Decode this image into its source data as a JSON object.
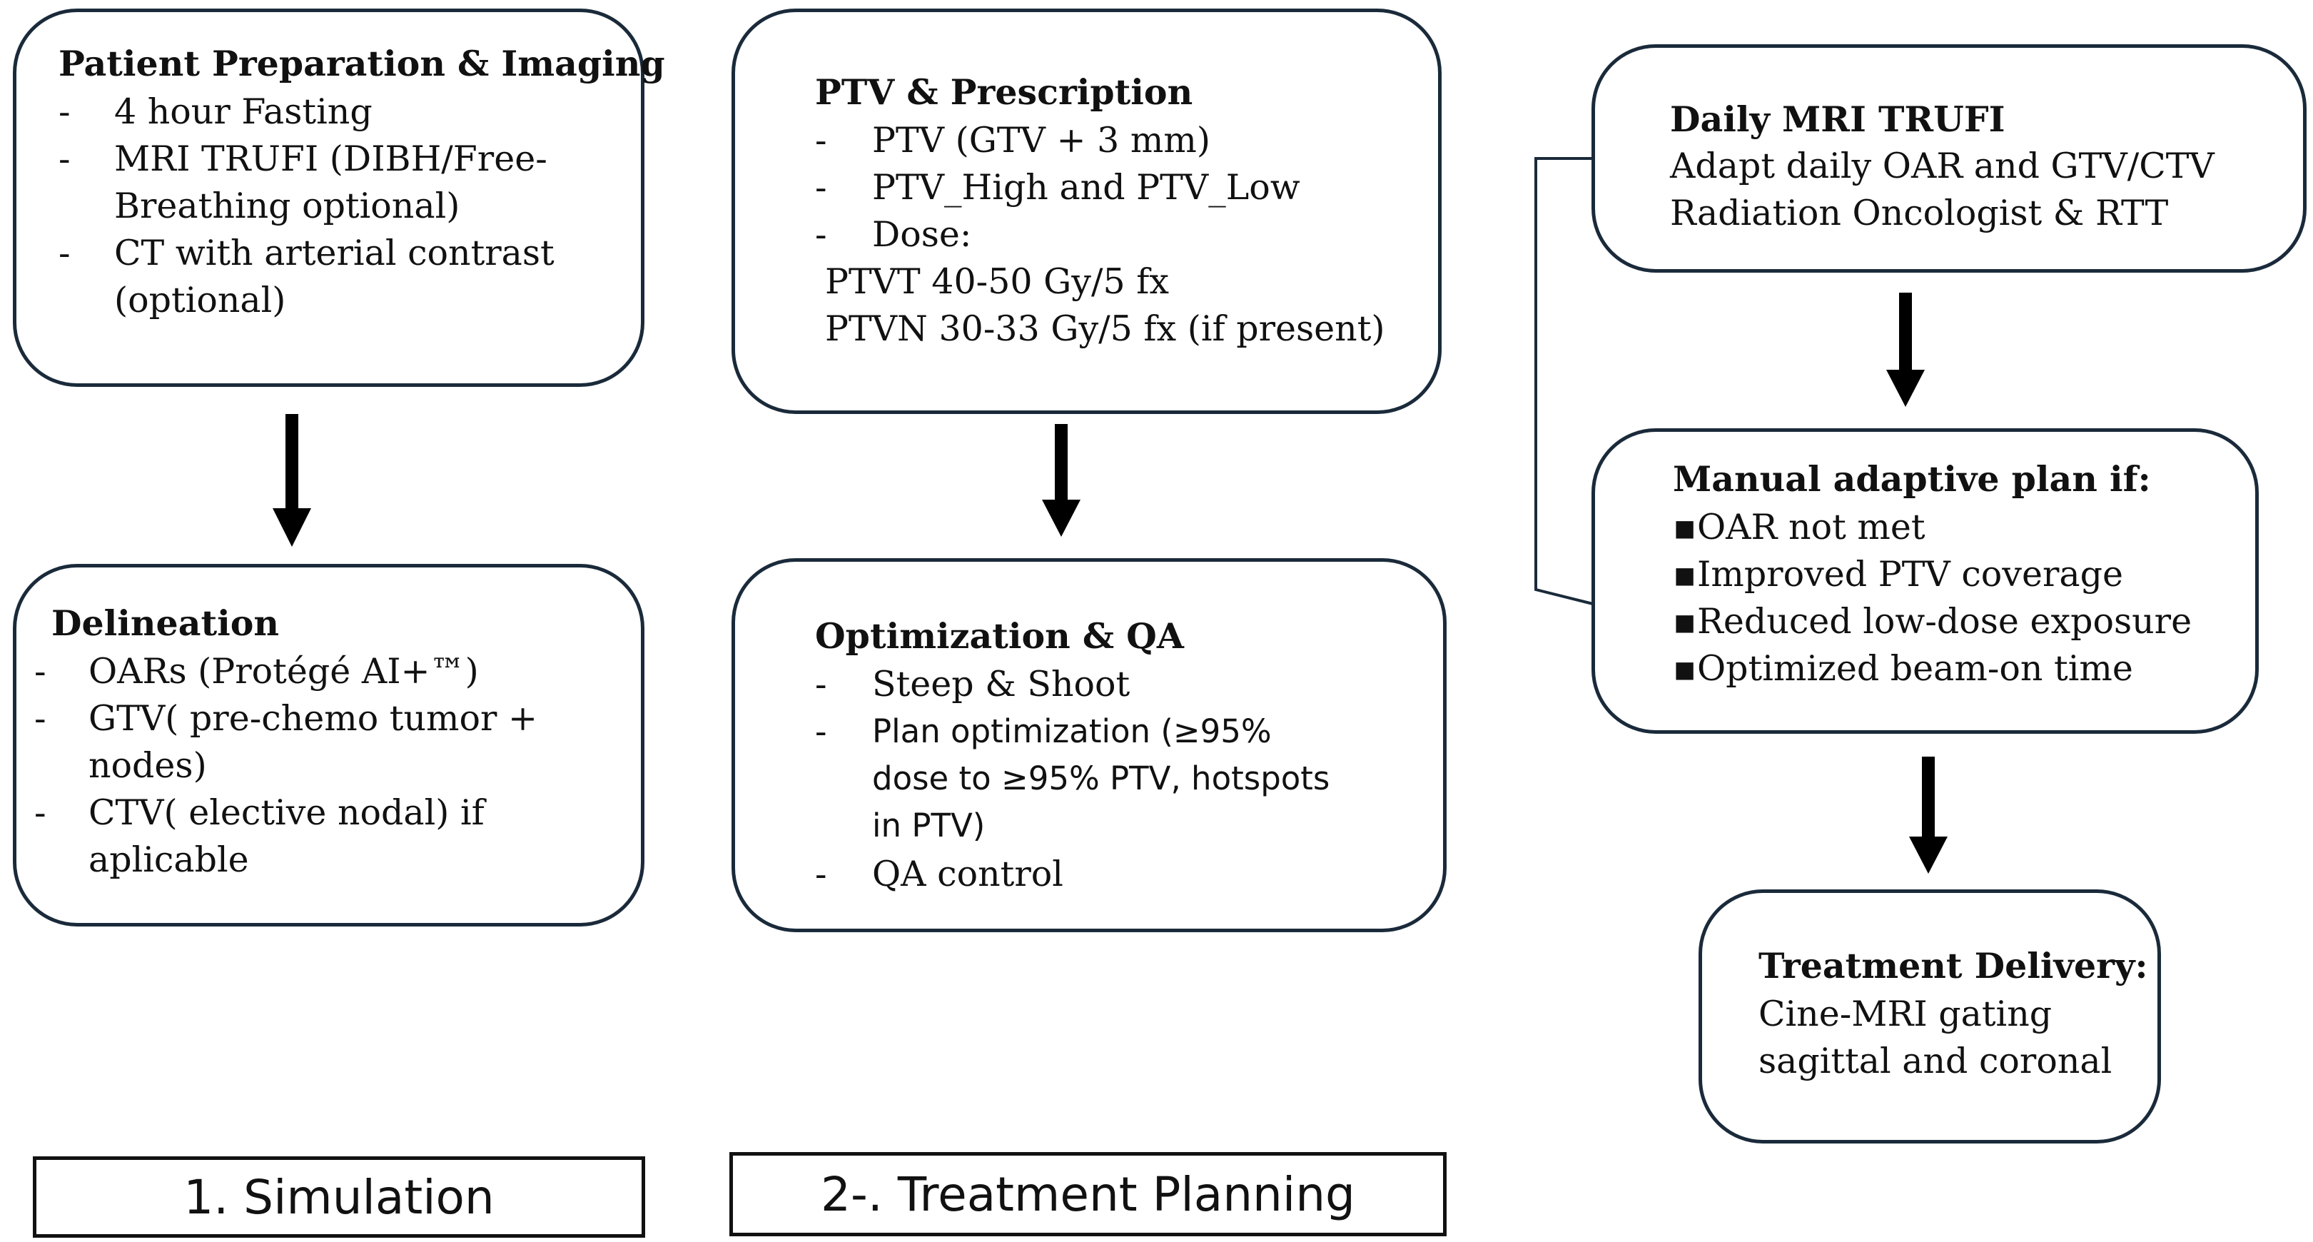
{
  "simulation": {
    "prep": {
      "title": "Patient Preparation & Imaging",
      "items": [
        "4 hour Fasting",
        "MRI TRUFI (DIBH/Free-",
        "Breathing optional)",
        "CT with arterial contrast",
        "(optional)"
      ]
    },
    "delineation": {
      "title": "Delineation",
      "items": [
        "OARs (Protégé AI+™)",
        "GTV( pre-chemo tumor +",
        "nodes)",
        "CTV( elective nodal) if",
        "aplicable"
      ]
    },
    "label": "1. Simulation"
  },
  "planning": {
    "ptv": {
      "title": "PTV & Prescription",
      "items": [
        "PTV (GTV + 3 mm)",
        "PTV_High and PTV_Low",
        "Dose:"
      ],
      "doses": [
        "PTVT 40-50 Gy/5 fx",
        "PTVN 30-33 Gy/5 fx (if present)"
      ]
    },
    "optimization": {
      "title": "Optimization & QA",
      "items": [
        "Steep & Shoot",
        "Plan optimization (≥95%",
        "dose to ≥95% PTV, hotspots",
        "in PTV)",
        "QA control"
      ]
    },
    "label": "2-. Treatment Planning"
  },
  "treatment": {
    "daily": {
      "title": "Daily MRI TRUFI",
      "lines": [
        "Adapt daily OAR and GTV/CTV",
        "Radiation Oncologist & RTT"
      ]
    },
    "adaptive": {
      "title": "Manual adaptive plan if:",
      "items": [
        "OAR not met",
        "Improved PTV coverage",
        "Reduced low-dose exposure",
        "Optimized beam-on time"
      ]
    },
    "delivery": {
      "title": "Treatment Delivery:",
      "lines": [
        "Cine-MRI gating",
        "sagittal and coronal"
      ]
    }
  },
  "symbols": {
    "dash": "-",
    "bullet": "▪"
  },
  "colors": {
    "box_border": "#1a2a3a",
    "arrow": "#000000",
    "text": "#111111"
  }
}
